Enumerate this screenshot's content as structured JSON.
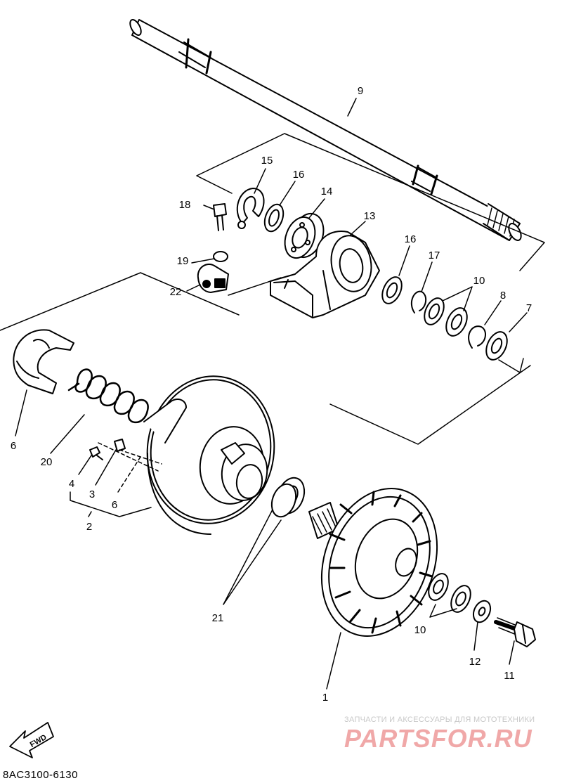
{
  "callouts": {
    "c1": "1",
    "c2": "2",
    "c3": "3",
    "c4": "4",
    "c6a": "6",
    "c6b": "6",
    "c7": "7",
    "c8": "8",
    "c9": "9",
    "c10a": "10",
    "c10b": "10",
    "c11": "11",
    "c12": "12",
    "c13": "13",
    "c14": "14",
    "c15": "15",
    "c16a": "16",
    "c16b": "16",
    "c17": "17",
    "c18": "18",
    "c19": "19",
    "c20": "20",
    "c21": "21",
    "c22": "22"
  },
  "fwd_label": "FWD",
  "diagram_code": "8AC3100-6130",
  "watermark": {
    "tagline": "ЗАПЧАСТИ И АКСЕССУАРЫ ДЛЯ МОТОТЕХНИКИ",
    "logo": "PARTSFOR.RU"
  },
  "colors": {
    "ink": "#000000",
    "background": "#ffffff",
    "watermark": "#f0a8a8"
  }
}
